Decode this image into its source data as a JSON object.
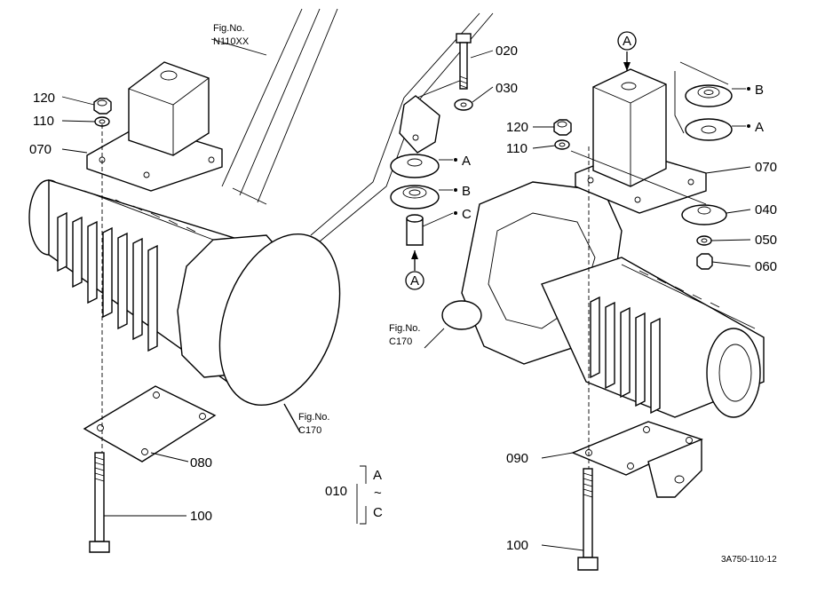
{
  "figure_ref_top": {
    "title": "Fig.No.",
    "code": "N110XX"
  },
  "figure_ref_left": {
    "title": "Fig.No.",
    "code": "C170"
  },
  "figure_ref_right": {
    "title": "Fig.No.",
    "code": "C170"
  },
  "callouts": {
    "p020": "020",
    "p030": "030",
    "p040": "040",
    "p050": "050",
    "p060": "060",
    "p070_left": "070",
    "p070_right": "070",
    "p080": "080",
    "p090": "090",
    "p100_left": "100",
    "p100_right": "100",
    "p110_left": "110",
    "p110_right": "110",
    "p120_left": "120",
    "p120_right": "120",
    "p010": "010"
  },
  "letters": {
    "A_top": "A",
    "A_mid": "A",
    "B_mid": "B",
    "C_mid": "C",
    "A_bottom": "A",
    "B_right": "B",
    "A_right": "A",
    "range_A": "A",
    "range_tilde": "~",
    "range_C": "C"
  },
  "drawing_code": "3A750-110-12"
}
